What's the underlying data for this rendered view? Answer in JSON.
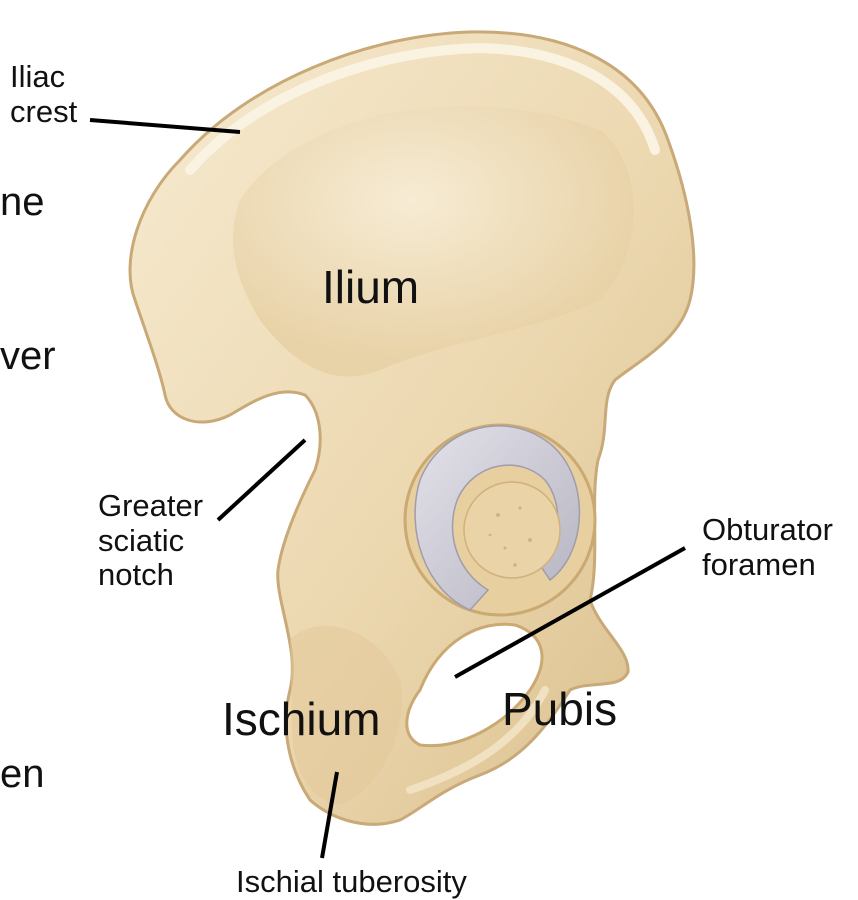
{
  "labels": {
    "iliac_crest": "Iliac\ncrest",
    "ilium": "Ilium",
    "greater_sciatic_notch": "Greater\nsciatic\nnotch",
    "obturator_foramen": "Obturator\nforamen",
    "ischium": "Ischium",
    "pubis": "Pubis",
    "ischial_tuberosity": "Ischial tuberosity"
  },
  "clipped_text": {
    "line_1": "ne",
    "line_2": "ver",
    "line_3": "en"
  },
  "colors": {
    "bone_light": "#f3e4c6",
    "bone_mid": "#e9d3a8",
    "bone_shadow": "#c9ab78",
    "cartilage": "#c7c6cf",
    "leader_line": "#000000",
    "text": "#111111"
  }
}
